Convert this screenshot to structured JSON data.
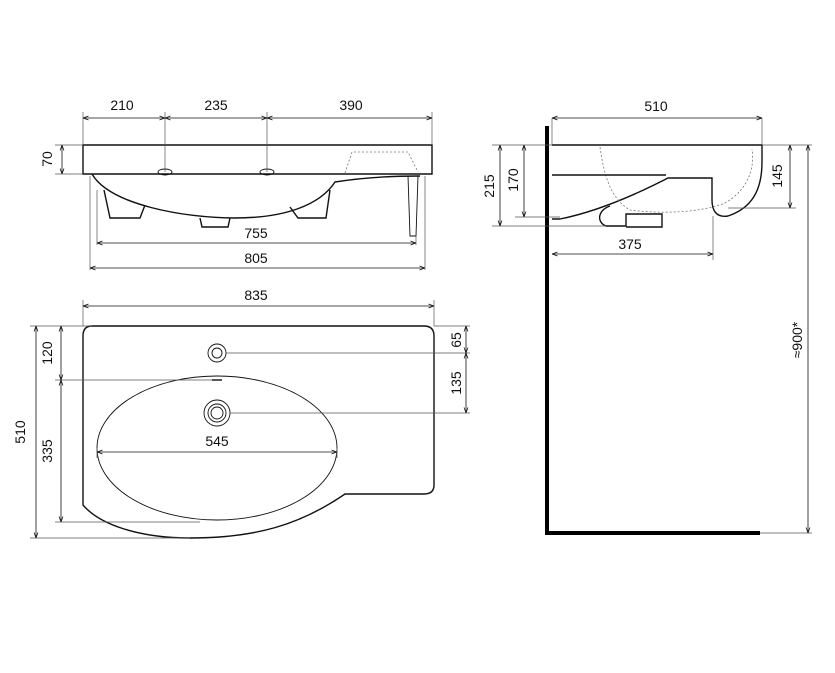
{
  "front_view": {
    "tap_spacing": [
      "210",
      "235",
      "390"
    ],
    "rim_height": "70",
    "inner_width": "755",
    "overall_width": "805"
  },
  "top_view": {
    "overall_width": "835",
    "depth": "510",
    "tap_offset": "120",
    "bowl_depth": "335",
    "bowl_width": "545",
    "tap_to_edge": "65",
    "drain_offset": "135"
  },
  "side_view": {
    "depth": "510",
    "total_height": "215",
    "bowl_height": "170",
    "front_height": "145",
    "drain_to_wall": "375",
    "mount_height": "≈900*"
  }
}
